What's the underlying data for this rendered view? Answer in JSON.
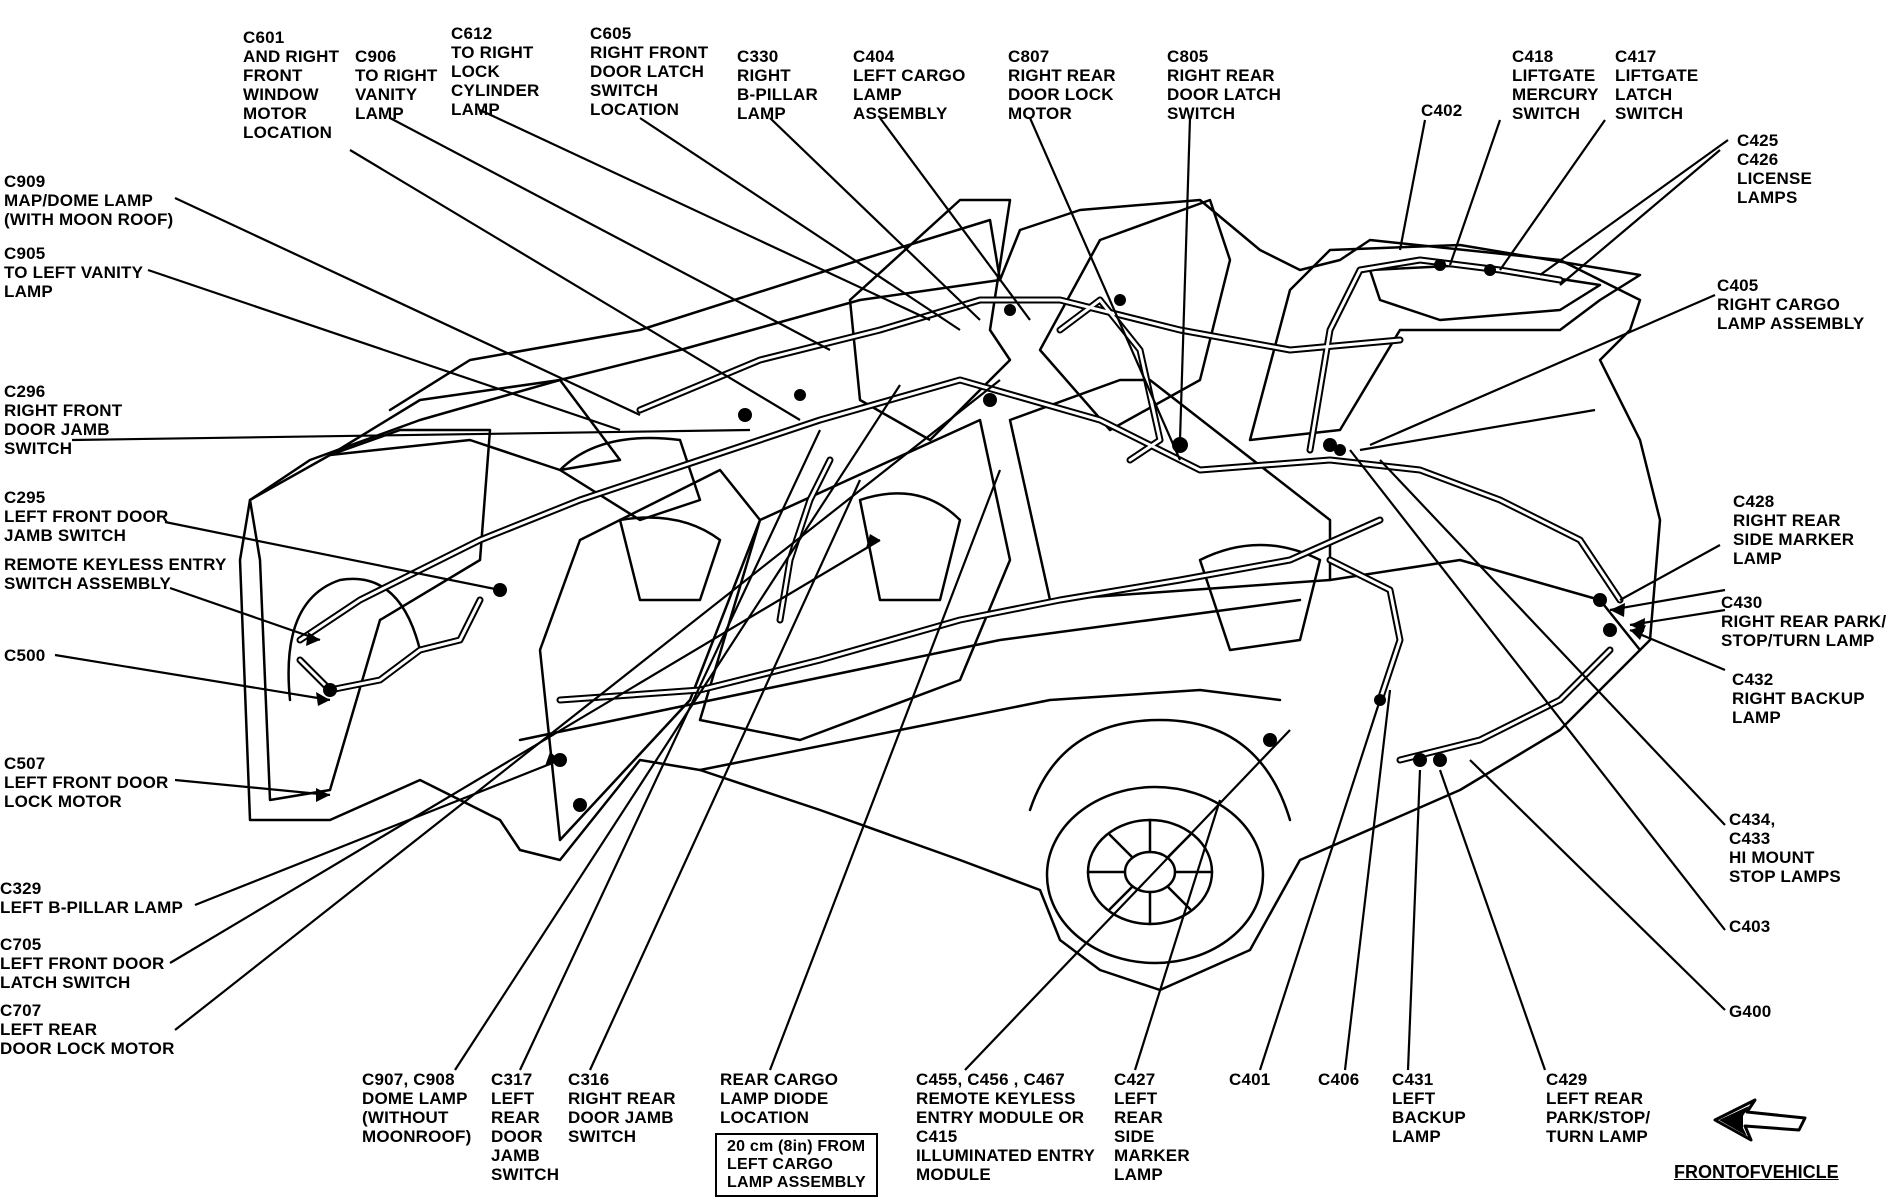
{
  "callouts": [
    {
      "id": "c601",
      "lines": [
        "C601",
        "AND RIGHT",
        "FRONT",
        "WINDOW",
        "MOTOR",
        "LOCATION"
      ]
    },
    {
      "id": "c906",
      "lines": [
        "C906",
        "TO RIGHT",
        "VANITY",
        "LAMP"
      ]
    },
    {
      "id": "c612",
      "lines": [
        "C612",
        "TO RIGHT",
        "LOCK",
        "CYLINDER",
        "LAMP"
      ]
    },
    {
      "id": "c605",
      "lines": [
        "C605",
        "RIGHT FRONT",
        "DOOR LATCH",
        "SWITCH",
        "LOCATION"
      ]
    },
    {
      "id": "c330",
      "lines": [
        "C330",
        "RIGHT",
        "B-PILLAR",
        "LAMP"
      ]
    },
    {
      "id": "c404",
      "lines": [
        "C404",
        "LEFT CARGO",
        "LAMP",
        "ASSEMBLY"
      ]
    },
    {
      "id": "c807",
      "lines": [
        "C807",
        "RIGHT REAR",
        "DOOR LOCK",
        "MOTOR"
      ]
    },
    {
      "id": "c805",
      "lines": [
        "C805",
        "RIGHT REAR",
        "DOOR LATCH",
        "SWITCH"
      ]
    },
    {
      "id": "c402",
      "lines": [
        "C402"
      ]
    },
    {
      "id": "c418",
      "lines": [
        "C418",
        "LIFTGATE",
        "MERCURY",
        "SWITCH"
      ]
    },
    {
      "id": "c417",
      "lines": [
        "C417",
        "LIFTGATE",
        "LATCH",
        "SWITCH"
      ]
    },
    {
      "id": "c425",
      "lines": [
        "C425",
        "C426",
        "LICENSE",
        "LAMPS"
      ]
    },
    {
      "id": "c405",
      "lines": [
        "C405",
        "RIGHT CARGO",
        "LAMP ASSEMBLY"
      ]
    },
    {
      "id": "c909",
      "lines": [
        "C909",
        "MAP/DOME LAMP",
        "(WITH MOON ROOF)"
      ]
    },
    {
      "id": "c905",
      "lines": [
        "C905",
        "TO LEFT VANITY",
        "LAMP"
      ]
    },
    {
      "id": "c296",
      "lines": [
        "C296",
        "RIGHT FRONT",
        "DOOR JAMB",
        "SWITCH"
      ]
    },
    {
      "id": "c295",
      "lines": [
        "C295",
        "LEFT FRONT DOOR",
        "JAMB SWITCH"
      ]
    },
    {
      "id": "rke",
      "lines": [
        "REMOTE KEYLESS ENTRY",
        "SWITCH ASSEMBLY"
      ]
    },
    {
      "id": "c500",
      "lines": [
        "C500"
      ]
    },
    {
      "id": "c507",
      "lines": [
        "C507",
        "LEFT FRONT DOOR",
        "LOCK MOTOR"
      ]
    },
    {
      "id": "c329",
      "lines": [
        "C329",
        "LEFT B-PILLAR LAMP"
      ]
    },
    {
      "id": "c705",
      "lines": [
        "C705",
        "LEFT FRONT DOOR",
        "LATCH SWITCH"
      ]
    },
    {
      "id": "c707",
      "lines": [
        "C707",
        "LEFT REAR",
        "DOOR LOCK MOTOR"
      ]
    },
    {
      "id": "c428",
      "lines": [
        "C428",
        "RIGHT REAR",
        "SIDE MARKER",
        "LAMP"
      ]
    },
    {
      "id": "c430",
      "lines": [
        "C430",
        "RIGHT REAR PARK/",
        "STOP/TURN LAMP"
      ]
    },
    {
      "id": "c432",
      "lines": [
        "C432",
        "RIGHT BACKUP",
        "LAMP"
      ]
    },
    {
      "id": "c434",
      "lines": [
        "C434,",
        "C433",
        "HI MOUNT",
        "STOP LAMPS"
      ]
    },
    {
      "id": "c403",
      "lines": [
        "C403"
      ]
    },
    {
      "id": "g400",
      "lines": [
        "G400"
      ]
    },
    {
      "id": "c907",
      "lines": [
        "C907, C908",
        "DOME LAMP",
        "(WITHOUT",
        "MOONROOF)"
      ]
    },
    {
      "id": "c317",
      "lines": [
        "C317",
        "LEFT",
        "REAR",
        "DOOR",
        "JAMB",
        "SWITCH"
      ]
    },
    {
      "id": "c316",
      "lines": [
        "C316",
        "RIGHT REAR",
        "DOOR JAMB",
        "SWITCH"
      ]
    },
    {
      "id": "diode",
      "lines": [
        "REAR CARGO",
        "LAMP DIODE",
        "LOCATION"
      ]
    },
    {
      "id": "diode_box",
      "lines": [
        "20 cm (8in) FROM",
        "LEFT CARGO",
        "LAMP ASSEMBLY"
      ]
    },
    {
      "id": "c455",
      "lines": [
        "C455, C456 , C467",
        "REMOTE KEYLESS",
        "ENTRY MODULE OR",
        "C415",
        "ILLUMINATED ENTRY",
        "MODULE"
      ]
    },
    {
      "id": "c427",
      "lines": [
        "C427",
        "LEFT",
        "REAR",
        "SIDE",
        "MARKER",
        "LAMP"
      ]
    },
    {
      "id": "c401",
      "lines": [
        "C401"
      ]
    },
    {
      "id": "c406",
      "lines": [
        "C406"
      ]
    },
    {
      "id": "c431",
      "lines": [
        "C431",
        "LEFT",
        "BACKUP",
        "LAMP"
      ]
    },
    {
      "id": "c429",
      "lines": [
        "C429",
        "LEFT REAR",
        "PARK/STOP/",
        "TURN LAMP"
      ]
    }
  ],
  "front_label": "FRONTOFVEHICLE",
  "colors": {
    "ink": "#000000",
    "paper": "#ffffff"
  },
  "icons": [
    "front-arrow-icon"
  ]
}
